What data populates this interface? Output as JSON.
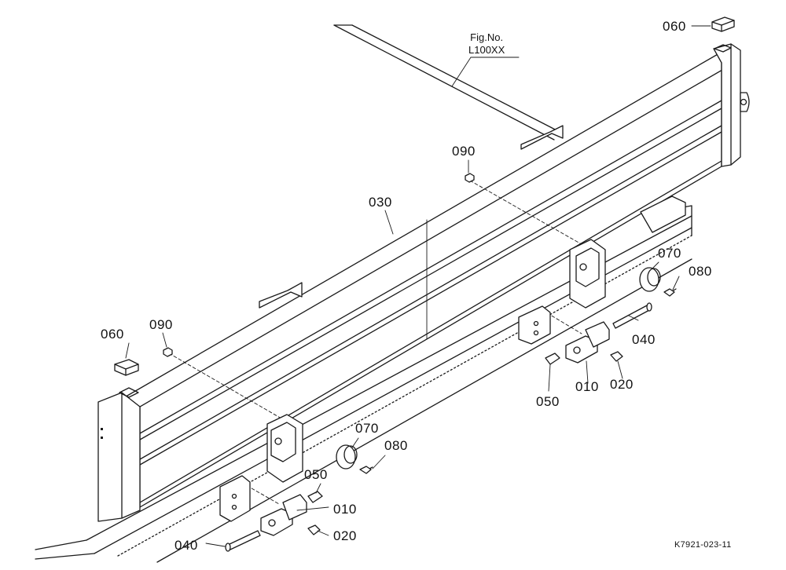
{
  "figure_ref": {
    "line1": "Fig.No.",
    "line2": "L100XX"
  },
  "drawing_code": "K7921-023-11",
  "callouts": {
    "c060_top": "060",
    "c090_right": "090",
    "c030": "030",
    "c070_right": "070",
    "c080_right": "080",
    "c040_right": "040",
    "c010_right": "010",
    "c020_right": "020",
    "c050_right": "050",
    "c060_left": "060",
    "c090_left": "090",
    "c070_left": "070",
    "c080_left": "080",
    "c050_left": "050",
    "c010_left": "010",
    "c020_left": "020",
    "c040_left": "040"
  },
  "colors": {
    "line": "#1a1a1a",
    "paper": "#ffffff"
  }
}
